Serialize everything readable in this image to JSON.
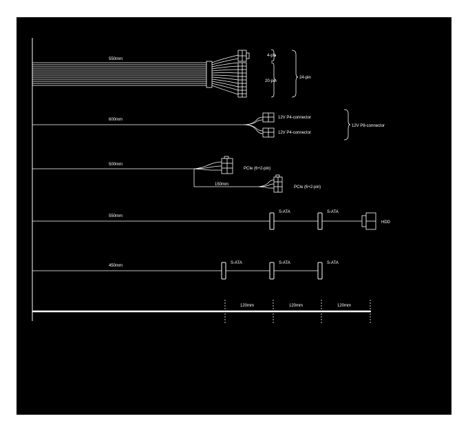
{
  "colors": {
    "background": "#000000",
    "line": "#ffffff",
    "frame": "#ffffff"
  },
  "cables": {
    "atx": {
      "length": "550mm",
      "split_4": "4-pin",
      "split_20": "20-pin",
      "combined": "24-pin"
    },
    "eps": {
      "length": "600mm",
      "connector_1": "12V P4-connector",
      "connector_2": "12V P4-connector",
      "combined": "12V P8-connector"
    },
    "pcie": {
      "length": "500mm",
      "connector_1": "PCIe (6+2-pin)",
      "branch_length": "150mm",
      "connector_2": "PCIe (6+2-pin)"
    },
    "sata_hdd": {
      "length": "550mm",
      "sata_1": "S-ATA",
      "sata_2": "S-ATA",
      "end": "HDD"
    },
    "sata": {
      "length": "450mm",
      "sata_1": "S-ATA",
      "sata_2": "S-ATA",
      "sata_3": "S-ATA"
    }
  },
  "scale": {
    "segment_1": "120mm",
    "segment_2": "120mm",
    "segment_3": "120mm"
  }
}
